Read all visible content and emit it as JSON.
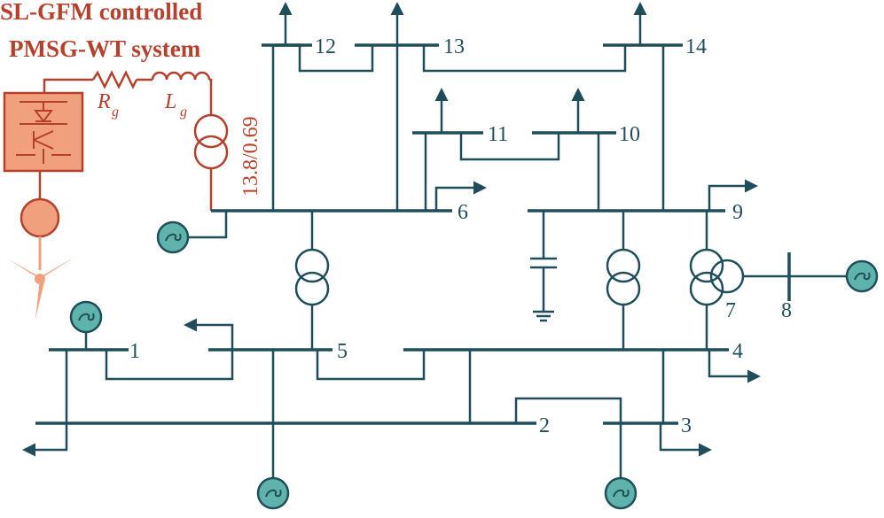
{
  "title_line1": "SL-GFM controlled",
  "title_line2": "PMSG-WT system",
  "transformer_label": "13.8/0.69",
  "resistor_symbol": "R",
  "resistor_sub": "g",
  "inductor_symbol": "L",
  "inductor_sub": "g",
  "buses": {
    "b1": "1",
    "b2": "2",
    "b3": "3",
    "b4": "4",
    "b5": "5",
    "b6": "6",
    "b7": "7",
    "b8": "8",
    "b9": "9",
    "b10": "10",
    "b11": "11",
    "b12": "12",
    "b13": "13",
    "b14": "14"
  },
  "colors": {
    "network": "#1f4e5a",
    "wind_system": "#b5402b",
    "generator_fill": "#5fb3ad",
    "converter_fill": "#f0a07c"
  },
  "icons": [
    "generator-icon",
    "transformer-icon",
    "converter-icon",
    "wind-turbine-icon",
    "capacitor-icon",
    "ground-icon",
    "load-arrow-icon"
  ]
}
